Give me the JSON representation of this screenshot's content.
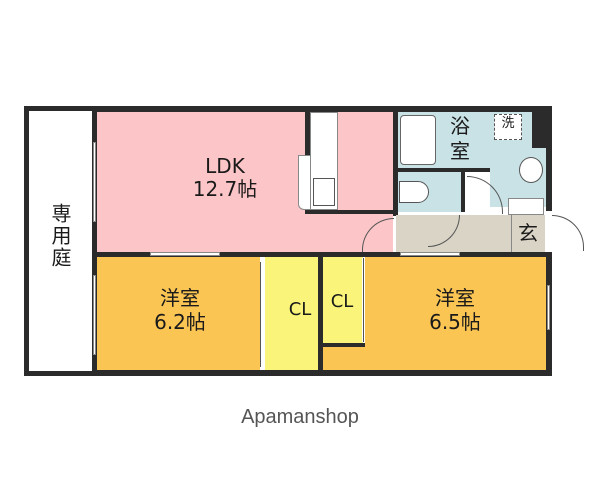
{
  "floorplan": {
    "rooms": [
      {
        "id": "ldk",
        "label": "LDK",
        "size": "12.7帖",
        "color": "#fcc6c8"
      },
      {
        "id": "western1",
        "label": "洋室",
        "size": "6.2帖",
        "color": "#fbc554"
      },
      {
        "id": "western2",
        "label": "洋室",
        "size": "6.5帖",
        "color": "#fbc554"
      },
      {
        "id": "closet1",
        "label": "CL",
        "color": "#fbf47a"
      },
      {
        "id": "closet2",
        "label": "CL",
        "color": "#fbf47a"
      },
      {
        "id": "bath",
        "label": "浴室",
        "color": "#c9e2e5"
      },
      {
        "id": "washroom",
        "label": "洗",
        "color": "#c9e2e5"
      },
      {
        "id": "entrance",
        "label": "玄",
        "color": "#d9d4c5"
      },
      {
        "id": "garden",
        "label": "専用庭",
        "color": "#ffffff"
      }
    ],
    "wall_color": "#2b2b2b"
  },
  "brand": "Apamanshop"
}
